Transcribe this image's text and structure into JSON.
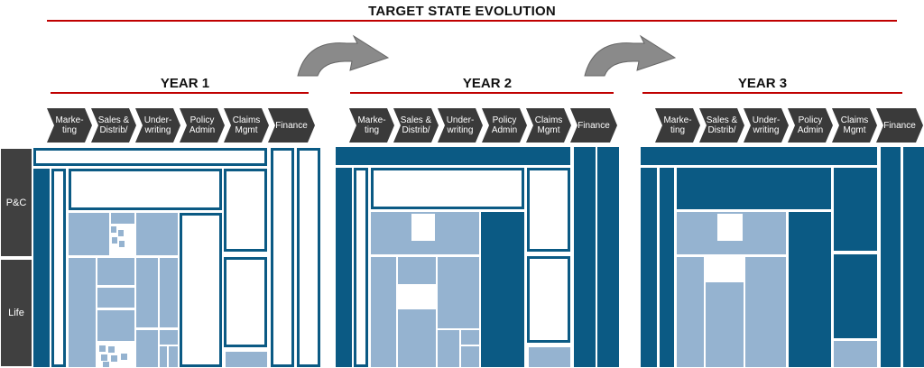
{
  "title": "TARGET STATE EVOLUTION",
  "years": [
    {
      "label": "YEAR 1"
    },
    {
      "label": "YEAR 2"
    },
    {
      "label": "YEAR 3"
    }
  ],
  "functions": [
    "Marke-\nting",
    "Sales &\nDistrib/",
    "Under-\nwriting",
    "Policy\nAdmin",
    "Claims\nMgmt",
    "Finance"
  ],
  "lines_of_business": [
    "P&C",
    "Life"
  ],
  "colors": {
    "accent_red": "#c00000",
    "chevron_gray": "#3a3a3a",
    "dark_blue": "#0b5a84",
    "light_blue": "#95b3d0",
    "arrow_gray": "#8a8a8a"
  }
}
